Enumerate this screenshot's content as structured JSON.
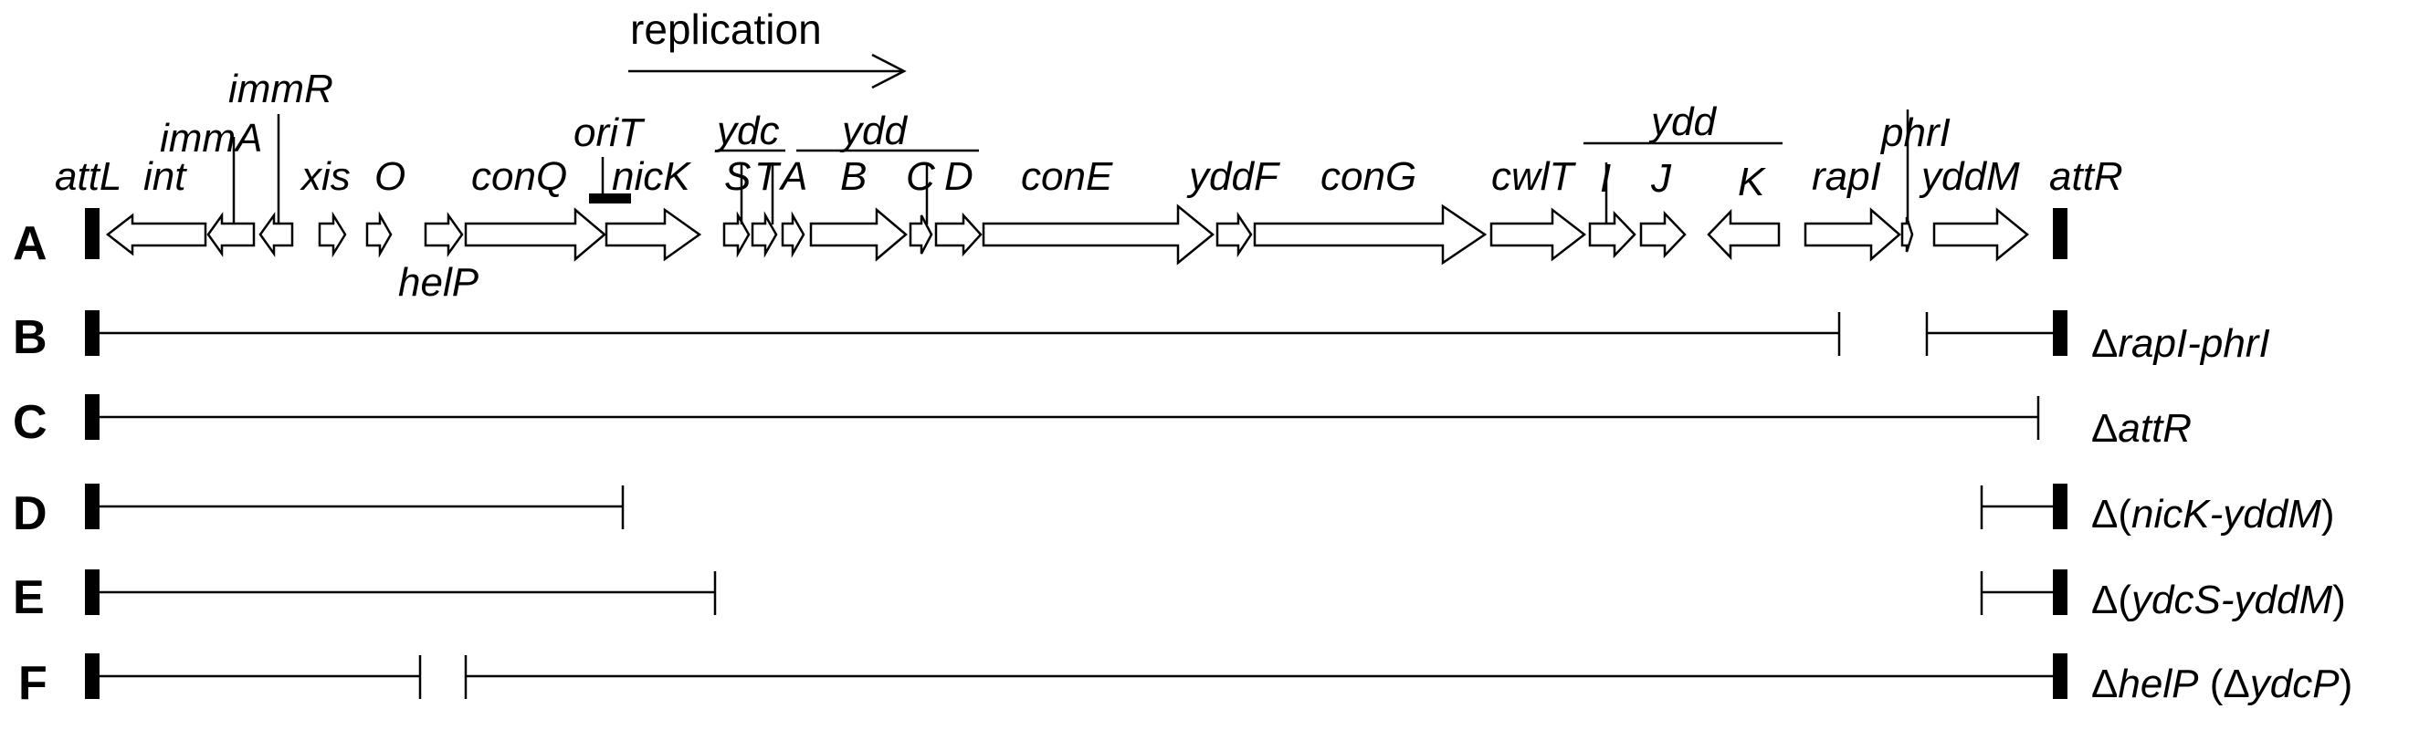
{
  "replication_label": "replication",
  "group_labels": {
    "ydc": "ydc",
    "ydd_top": "ydd",
    "ydd_right": "ydd"
  },
  "gene_labels": {
    "attL": "attL",
    "int": "int",
    "immA": "immA",
    "immR": "immR",
    "xis": "xis",
    "O": "O",
    "helP": "helP",
    "conQ": "conQ",
    "oriT": "oriT",
    "nicK": "nicK",
    "S": "S",
    "T": "T",
    "A": "A",
    "B": "B",
    "C": "C",
    "D": "D",
    "conE": "conE",
    "yddF": "yddF",
    "conG": "conG",
    "cwlT": "cwlT",
    "I": "I",
    "J": "J",
    "K": "K",
    "rapI": "rapI",
    "phrI": "phrI",
    "yddM": "yddM",
    "attR": "attR"
  },
  "rows": [
    {
      "letter": "A"
    },
    {
      "letter": "B",
      "deletion": {
        "sym": "Δ",
        "name": "rapI-phrI"
      }
    },
    {
      "letter": "C",
      "deletion": {
        "sym": "Δ",
        "name": "attR"
      }
    },
    {
      "letter": "D",
      "deletion": {
        "sym": "Δ(",
        "name": "nicK-yddM",
        "post": ")"
      }
    },
    {
      "letter": "E",
      "deletion": {
        "sym": "Δ(",
        "name": "ydcS-yddM",
        "post": ")"
      }
    },
    {
      "letter": "F",
      "deletion": {
        "sym": "Δ",
        "name": "helP",
        "mid": " (Δ",
        "name2": "ydcP",
        "post": ")"
      }
    }
  ],
  "colors": {
    "ink": "#000000",
    "background": "#ffffff"
  }
}
